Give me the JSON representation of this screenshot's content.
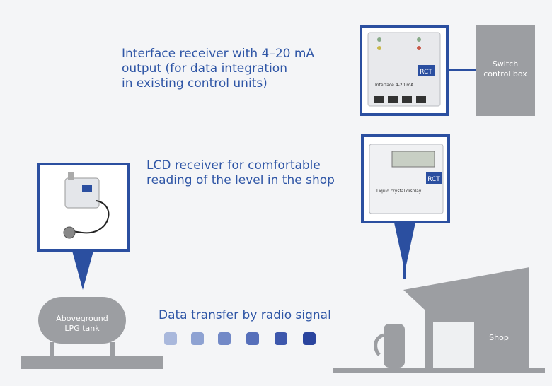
{
  "captions": {
    "interface_receiver": [
      "Interface receiver with 4–20 mA",
      "output (for data integration",
      "in existing control units)"
    ],
    "lcd_receiver": [
      "LCD receiver for comfortable",
      "reading of the level in the shop"
    ],
    "data_transfer": "Data transfer by radio signal"
  },
  "boxes": {
    "switch_control_box": [
      "Switch",
      "control box"
    ],
    "tank": [
      "Aboveground",
      "LPG tank"
    ],
    "shop": "Shop"
  },
  "device_labels": {
    "interface_brand": "RCT",
    "interface_model": "Interface 4-20 mA",
    "lcd_brand": "RCT",
    "lcd_model": "Liquid crystal display"
  },
  "colors": {
    "accent": "#2b4fa0",
    "grey": "#9c9ea2",
    "dots": [
      "#a9b8dc",
      "#8ea2d2",
      "#7289c7",
      "#566fba",
      "#3d57ac",
      "#2a449e"
    ]
  }
}
